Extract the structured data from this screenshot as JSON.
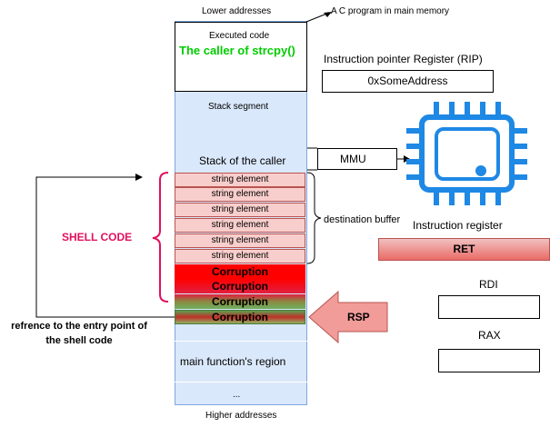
{
  "labels": {
    "lower_addresses": "Lower addresses",
    "higher_addresses": "Higher addresses",
    "program_note": "A C program in main memory",
    "executed_code": "Executed code",
    "caller_title": "The caller of strcpy()",
    "stack_segment": "Stack segment",
    "stack_of_caller": "Stack of the caller",
    "mmu": "MMU",
    "destination_buffer": "destination buffer",
    "shell_code": "SHELL CODE",
    "reference_note": "refrence to the entry point of the shell code",
    "main_region": "main function's region",
    "ellipsis": "...",
    "rip_label": "Instruction pointer Register (RIP)",
    "rip_value": "0xSomeAddress",
    "instruction_register": "Instruction register",
    "ret": "RET",
    "rdi": "RDI",
    "rax": "RAX",
    "rsp": "RSP"
  },
  "string_elements": [
    "string element",
    "string element",
    "string element",
    "string element",
    "string element",
    "string element"
  ],
  "corruptions": [
    "Corruption",
    "Corruption",
    "Corruption",
    "Corruption"
  ],
  "colors": {
    "stack_fill": "#dae8fc",
    "string_fill": "#f8cecc",
    "corruption_red": "#ff0000",
    "caller_green": "#00cc00",
    "shell_red": "#e0115f",
    "chip_blue": "#1e88e5",
    "ret_gradient_top": "#e0b0b0",
    "ret_gradient_bottom": "#ea6b66",
    "rsp_fill": "#f19c99"
  }
}
